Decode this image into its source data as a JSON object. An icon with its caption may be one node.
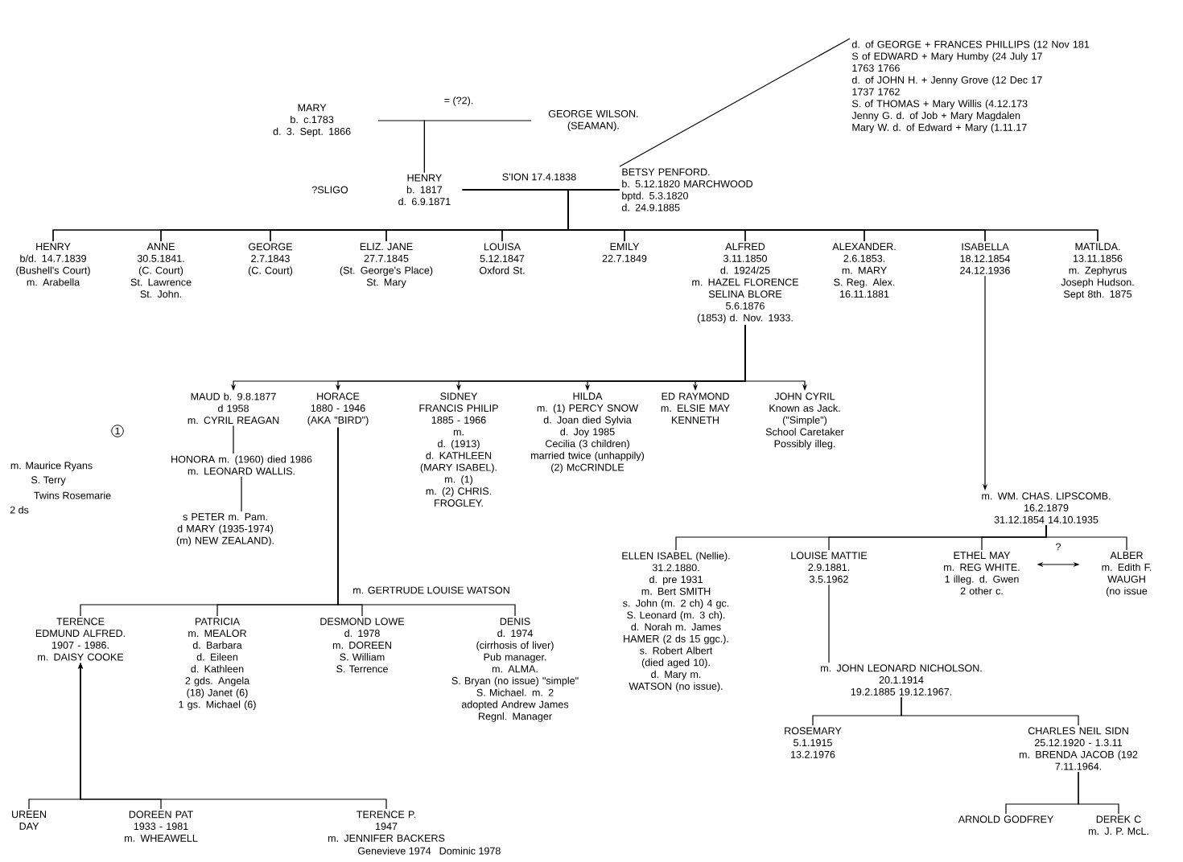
{
  "diagram": {
    "nodes": [
      {
        "text": [
          "MARY",
          "b. c.1783",
          "d. 3. Sept. 1866"
        ]
      },
      {
        "text": [
          "GEORGE WILSON.",
          "(SEAMAN)."
        ]
      },
      {
        "text": [
          "HENRY",
          "b. 1817",
          "d. 6.9.1871"
        ]
      },
      {
        "text": [
          "BETSY PENFORD.",
          "b. 5.12.1820 MARCHWOOD",
          "bptd. 5.3.1820",
          "d. 24.9.1885"
        ]
      },
      {
        "text": [
          "d. of GEORGE + FRANCES PHILLIPS (12 Nov 181",
          "S of EDWARD + Mary Humby (24 July 17",
          "1763 1766",
          "d. of JOHN H. + Jenny Grove (12 Dec 17",
          "1737 1762",
          "S. of THOMAS + Mary Willis (4.12.173",
          "Jenny G. d. of Job + Mary Magdalen",
          "Mary W. d. of Edward + Mary (1.11.17"
        ]
      },
      {
        "text": [
          "HENRY",
          "b/d. 14.7.1839",
          "(Bushell's Court)",
          "m. Arabella"
        ]
      },
      {
        "text": [
          "ANNE",
          "30.5.1841.",
          "(C. Court)",
          "St. Lawrence St. John."
        ]
      },
      {
        "text": [
          "GEORGE",
          "2.7.1843",
          "(C. Court)"
        ]
      },
      {
        "text": [
          "ELIZ. JANE",
          "27.7.1845",
          "(St. George's Place)",
          "St. Mary"
        ]
      },
      {
        "text": [
          "LOUISA",
          "5.12.1847",
          "Oxford St."
        ]
      },
      {
        "text": [
          "EMILY",
          "22.7.1849"
        ]
      },
      {
        "text": [
          "ALFRED",
          "3.11.1850",
          "d. 1924/25",
          "m. HAZEL FLORENCE SELINA BLORE",
          "5.6.1876",
          "(1853) d. Nov. 1933."
        ]
      },
      {
        "text": [
          "ALEXANDER.",
          "2.6.1853.",
          "m. MARY",
          "S. Reg. Alex. 16.11.1881"
        ]
      },
      {
        "text": [
          "ISABELLA",
          "18.12.1854",
          "24.12.1936"
        ]
      },
      {
        "text": [
          "MATILDA.",
          "13.11.1856",
          "m. Zephyrus Joseph Hudson.",
          "Sept 8th. 1875"
        ]
      },
      {
        "text": [
          "MAUD b. 9.8.1877",
          "d 1958",
          "m. CYRIL REAGAN"
        ]
      },
      {
        "text": [
          "HONORA m. (1960) died 1986",
          "m. LEONARD WALLIS."
        ]
      },
      {
        "text": [
          "s PETER m. Pam.",
          "d MARY (1935-1974) (m) NEW ZEALAND)."
        ]
      },
      {
        "text": [
          "HORACE",
          "1880 - 1946",
          "(AKA \"BIRD\")"
        ]
      },
      {
        "text": [
          "SIDNEY FRANCIS PHILIP",
          "1885 - 1966",
          "m.",
          "d. (1913)",
          "d. KATHLEEN (MARY ISABEL).",
          "m. (1)",
          "m. (2) CHRIS. FROGLEY."
        ]
      },
      {
        "text": [
          "HILDA",
          "m. (1) PERCY SNOW",
          "d. Joan died Sylvia",
          "d. Joy 1985",
          "Cecilia (3 children) married twice (unhappily)",
          "(2) McCRINDLE"
        ]
      },
      {
        "text": [
          "ED RAYMOND",
          "m. ELSIE MAY",
          "KENNETH"
        ]
      },
      {
        "text": [
          "JOHN CYRIL",
          "Known as Jack.",
          "(\"Simple\")",
          "School Caretaker",
          "Possibly illeg."
        ]
      },
      {
        "text": [
          "TERENCE EDMUND ALFRED.",
          "1907 - 1986.",
          "m. DAISY COOKE"
        ]
      },
      {
        "text": [
          "PATRICIA",
          "m. MEALOR",
          "d. Barbara",
          "d. Eileen",
          "d. Kathleen",
          "2 gds. Angela (18) Janet (6)",
          "1 gs. Michael (6)"
        ]
      },
      {
        "text": [
          "DESMOND LOWE",
          "d. 1978",
          "m. DOREEN",
          "S. William",
          "S. Terrence"
        ]
      },
      {
        "text": [
          "DENIS",
          "d. 1974",
          "(cirrhosis of liver) Pub manager.",
          "m. ALMA.",
          "S. Bryan (no issue) \"simple\"",
          "S. Michael. m. 2 adopted Andrew James",
          "Regnl. Manager"
        ]
      },
      {
        "text": [
          "UREEN",
          "DAY"
        ]
      },
      {
        "text": [
          "DOREEN PAT",
          "1933 - 1981",
          "m. WHEAWELL"
        ]
      },
      {
        "text": [
          "TERENCE P.",
          "1947",
          "m. JENNIFER BACKERS"
        ]
      },
      {
        "text": [
          "m. WM. CHAS. LIPSCOMB.",
          "16.2.1879",
          "31.12.1854 14.10.1935"
        ]
      },
      {
        "text": [
          "ELLEN ISABEL (Nellie).",
          "31.2.1880.",
          "d. pre 1931",
          "m. Bert SMITH",
          "s. John (m. 2 ch) 4 gc.",
          "S. Leonard (m. 3 ch).",
          "d. Norah m. James HAMER (2 ds 15 ggc.).",
          "s. Robert Albert (died aged 10).",
          "d. Mary m. WATSON (no issue)."
        ]
      },
      {
        "text": [
          "LOUISE MATTIE",
          "2.9.1881.",
          "3.5.1962"
        ]
      },
      {
        "text": [
          "ETHEL MAY",
          "m. REG WHITE.",
          "1 illeg. d. Gwen",
          "2 other c."
        ]
      },
      {
        "text": [
          "ALBER",
          "m. Edith F. WAUGH",
          "(no issue"
        ]
      },
      {
        "text": [
          "m. JOHN LEONARD NICHOLSON.",
          "20.1.1914",
          "19.2.1885 19.12.1967."
        ]
      },
      {
        "text": [
          "ROSEMARY",
          "5.1.1915",
          "13.2.1976"
        ]
      },
      {
        "text": [
          "CHARLES NEIL SIDN",
          "25.12.1920 - 1.3.11",
          "m. BRENDA JACOB (192",
          "7.11.1964."
        ]
      },
      {
        "text": [
          "ARNOLD GODFREY"
        ]
      },
      {
        "text": [
          "DEREK C",
          "m. J. P. McL."
        ]
      }
    ],
    "edges": [
      {
        "from": 0,
        "to": 2,
        "arrow": "none"
      },
      {
        "from": 1,
        "to": 2,
        "arrow": "none"
      },
      {
        "from": 2,
        "to": 5,
        "arrow": "none"
      },
      {
        "from": 2,
        "to": 6,
        "arrow": "none"
      },
      {
        "from": 2,
        "to": 7,
        "arrow": "none"
      },
      {
        "from": 2,
        "to": 8,
        "arrow": "none"
      },
      {
        "from": 2,
        "to": 9,
        "arrow": "none"
      },
      {
        "from": 2,
        "to": 10,
        "arrow": "none"
      },
      {
        "from": 2,
        "to": 11,
        "arrow": "none"
      },
      {
        "from": 2,
        "to": 12,
        "arrow": "none"
      },
      {
        "from": 2,
        "to": 13,
        "arrow": "none"
      },
      {
        "from": 2,
        "to": 14,
        "arrow": "none"
      },
      {
        "from": 3,
        "to": 5,
        "arrow": "none"
      },
      {
        "from": 3,
        "to": 6,
        "arrow": "none"
      },
      {
        "from": 3,
        "to": 7,
        "arrow": "none"
      },
      {
        "from": 3,
        "to": 8,
        "arrow": "none"
      },
      {
        "from": 3,
        "to": 9,
        "arrow": "none"
      },
      {
        "from": 3,
        "to": 10,
        "arrow": "none"
      },
      {
        "from": 3,
        "to": 11,
        "arrow": "none"
      },
      {
        "from": 3,
        "to": 12,
        "arrow": "none"
      },
      {
        "from": 3,
        "to": 13,
        "arrow": "none"
      },
      {
        "from": 3,
        "to": 14,
        "arrow": "none"
      },
      {
        "from": 3,
        "to": 4,
        "arrow": "none"
      },
      {
        "from": 11,
        "to": 15,
        "arrow": "to"
      },
      {
        "from": 11,
        "to": 18,
        "arrow": "to"
      },
      {
        "from": 11,
        "to": 19,
        "arrow": "to"
      },
      {
        "from": 11,
        "to": 20,
        "arrow": "to"
      },
      {
        "from": 11,
        "to": 21,
        "arrow": "to"
      },
      {
        "from": 11,
        "to": 22,
        "arrow": "to"
      },
      {
        "from": 15,
        "to": 16,
        "arrow": "none"
      },
      {
        "from": 16,
        "to": 17,
        "arrow": "none"
      },
      {
        "from": 18,
        "to": 23,
        "arrow": "none"
      },
      {
        "from": 18,
        "to": 24,
        "arrow": "none"
      },
      {
        "from": 18,
        "to": 25,
        "arrow": "none"
      },
      {
        "from": 18,
        "to": 26,
        "arrow": "none"
      },
      {
        "from": 27,
        "to": 23,
        "arrow": "to"
      },
      {
        "from": 28,
        "to": 23,
        "arrow": "to"
      },
      {
        "from": 29,
        "to": 23,
        "arrow": "to"
      },
      {
        "from": 13,
        "to": 30,
        "arrow": "to"
      },
      {
        "from": 30,
        "to": 31,
        "arrow": "none"
      },
      {
        "from": 30,
        "to": 32,
        "arrow": "none"
      },
      {
        "from": 30,
        "to": 33,
        "arrow": "none"
      },
      {
        "from": 30,
        "to": 34,
        "arrow": "none"
      },
      {
        "from": 33,
        "to": 34,
        "arrow": "both",
        "label": "?"
      },
      {
        "from": 32,
        "to": 35,
        "arrow": "none"
      },
      {
        "from": 35,
        "to": 36,
        "arrow": "none"
      },
      {
        "from": 35,
        "to": 37,
        "arrow": "none"
      },
      {
        "from": 37,
        "to": 38,
        "arrow": "none"
      },
      {
        "from": 37,
        "to": 39,
        "arrow": "none"
      }
    ],
    "labels": [
      "= (?2).",
      "?SLIGO",
      "S'ION 17.4.1838",
      "1",
      "m. Maurice Ryans",
      "S. Terry",
      "Twins Rosemarie",
      "2 ds",
      "m. GERTRUDE LOUISE WATSON",
      "Genevieve 1974",
      "Dominic 1978"
    ]
  }
}
